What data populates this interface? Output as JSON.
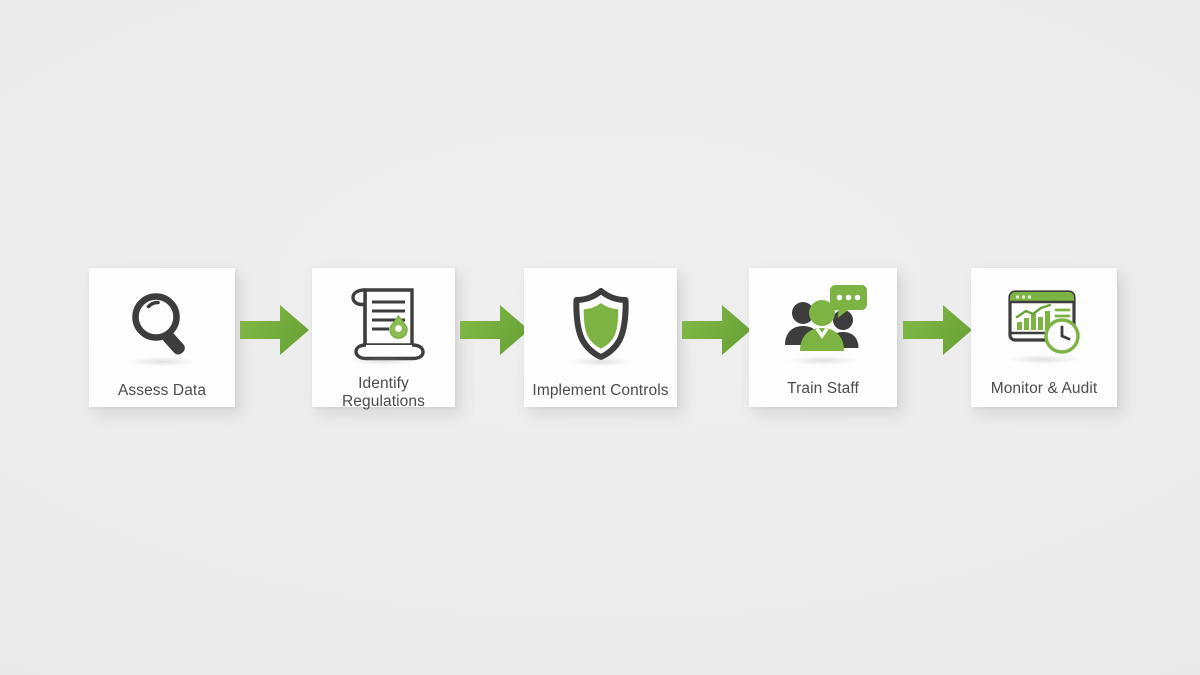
{
  "diagram": {
    "type": "process-flow",
    "title_visible": false,
    "orientation": "horizontal",
    "background_color": "#ebebeb",
    "card_color": "#fdfdfd",
    "accent_color": "#76b242",
    "accent_color_dark": "#5f9a33",
    "icon_dark_color": "#3d3d3d",
    "label_color": "#4c4c4c",
    "steps": [
      {
        "index": 1,
        "label": "Assess Data",
        "icon": "magnifier-icon",
        "icon_description": "magnifying glass"
      },
      {
        "index": 2,
        "label": "Identify\nRegulations",
        "icon": "scroll-document-icon",
        "icon_description": "parchment scroll with text lines and green seal"
      },
      {
        "index": 3,
        "label": "Implement Controls",
        "icon": "shield-icon",
        "icon_description": "shield with green fill"
      },
      {
        "index": 4,
        "label": "Train Staff",
        "icon": "people-group-icon",
        "icon_description": "three people with speech bubble"
      },
      {
        "index": 5,
        "label": "Monitor & Audit",
        "icon": "dashboard-clock-icon",
        "icon_description": "analytics dashboard window with clock"
      }
    ],
    "connectors": [
      {
        "index": 1,
        "from": "Assess Data",
        "to": "Identify Regulations",
        "icon": "arrow-right-icon"
      },
      {
        "index": 2,
        "from": "Identify Regulations",
        "to": "Implement Controls",
        "icon": "arrow-right-icon"
      },
      {
        "index": 3,
        "from": "Implement Controls",
        "to": "Train Staff",
        "icon": "arrow-right-icon"
      },
      {
        "index": 4,
        "from": "Train Staff",
        "to": "Monitor & Audit",
        "icon": "arrow-right-icon"
      }
    ]
  }
}
